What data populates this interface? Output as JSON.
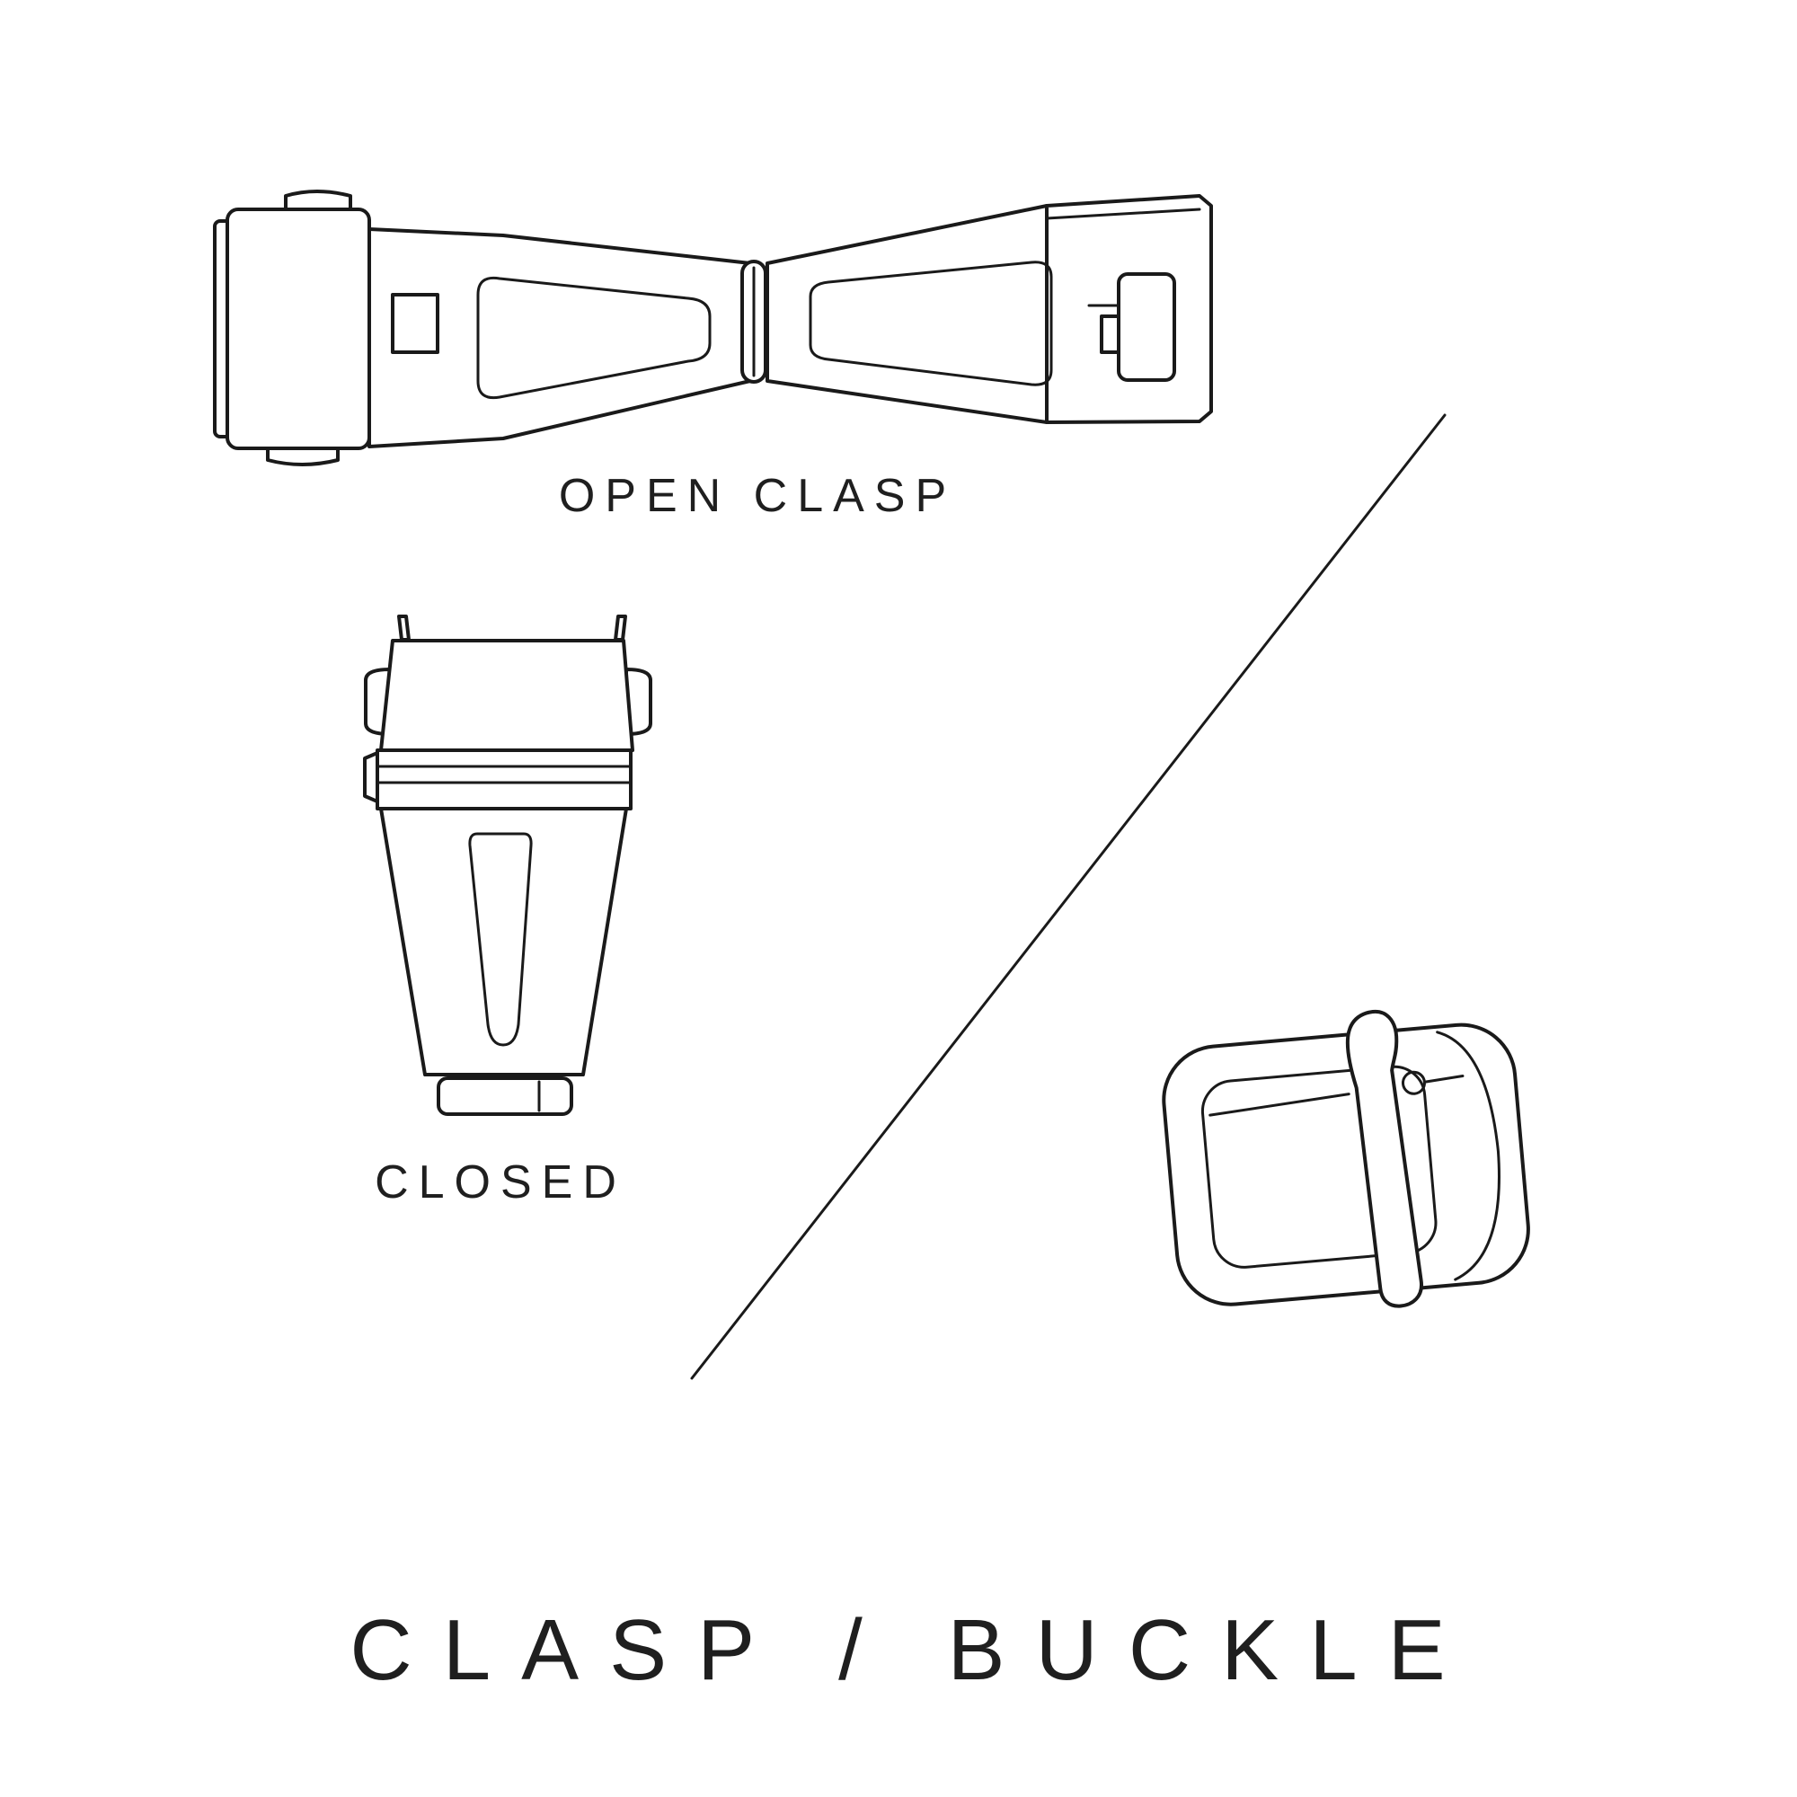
{
  "labels": {
    "open_clasp": "OPEN CLASP",
    "closed": "CLOSED",
    "title": "CLASP / BUCKLE"
  },
  "illustrations": {
    "open_clasp": "open-clasp-illustration",
    "closed_clasp": "closed-clasp-illustration",
    "buckle": "buckle-illustration"
  },
  "colors": {
    "line": "#1a1a1a",
    "text": "#1f1f1f",
    "background": "#ffffff"
  }
}
